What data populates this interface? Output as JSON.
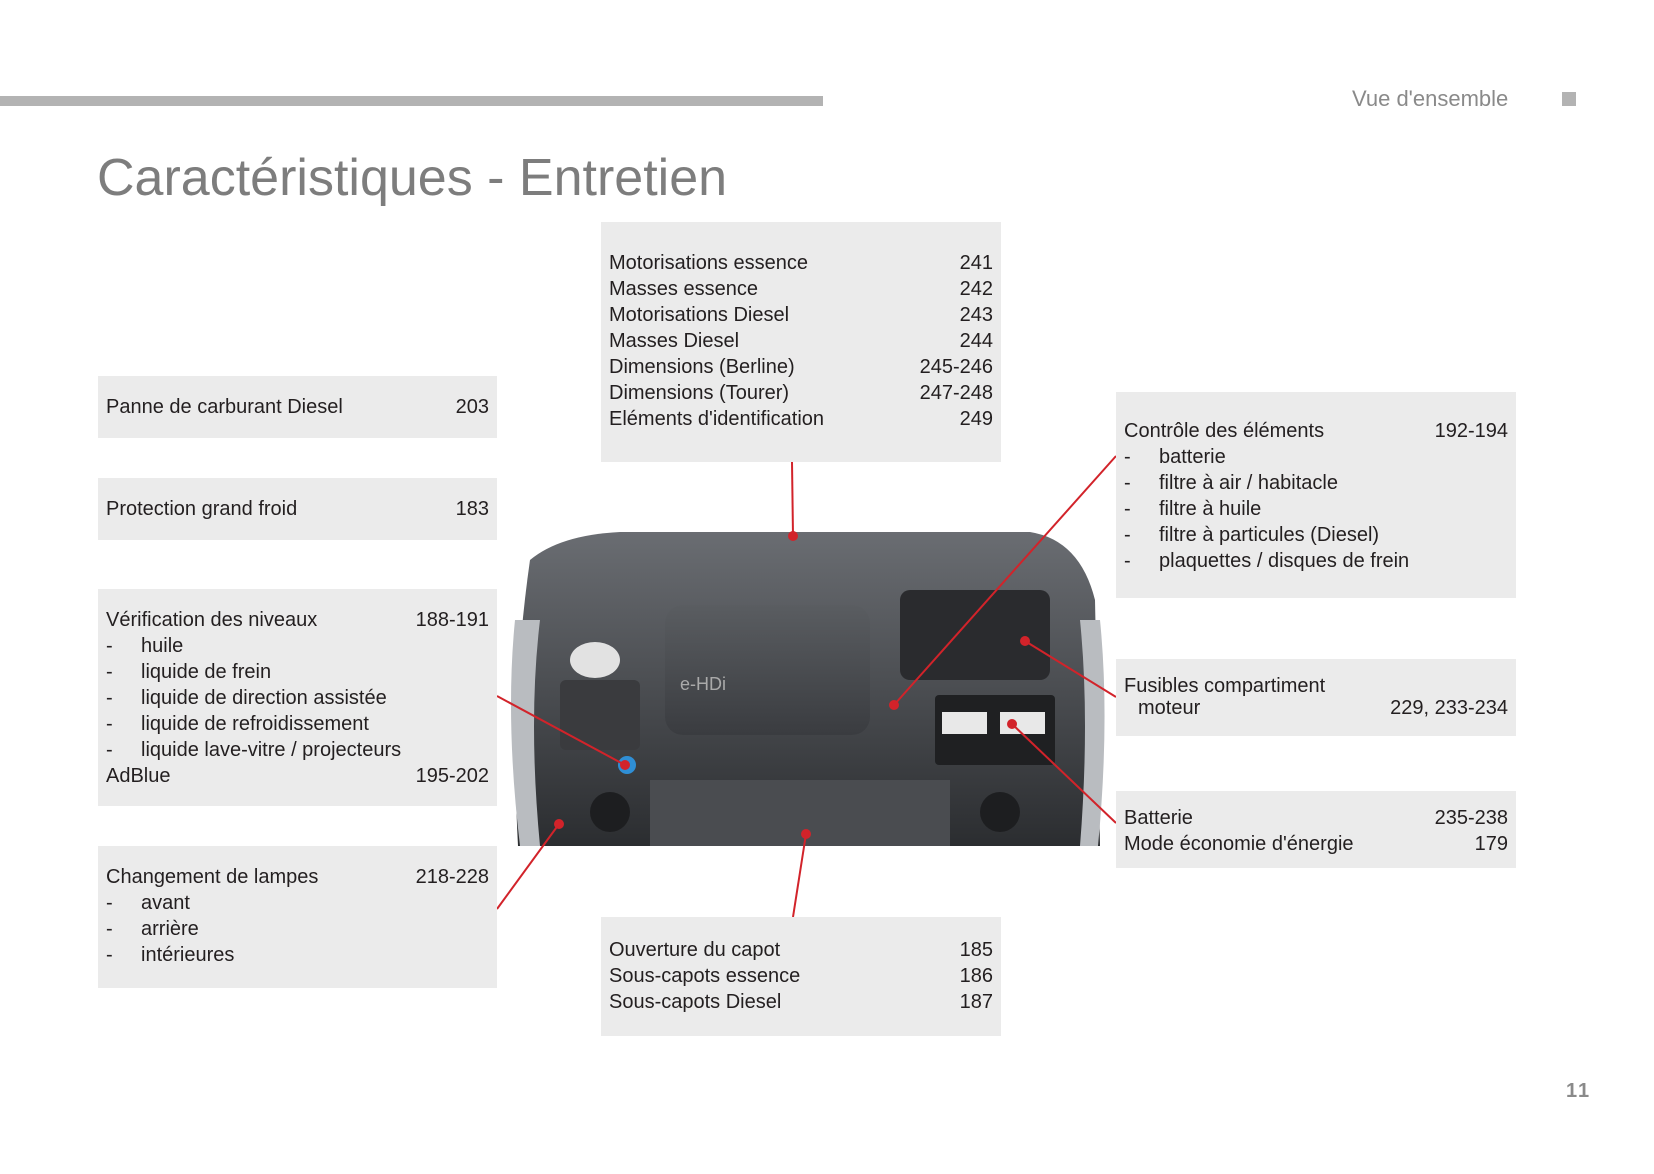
{
  "header": {
    "section": "Vue d'ensemble",
    "title": "Caractéristiques - Entretien",
    "page_number": "11"
  },
  "boxes": {
    "panne": {
      "rows": [
        {
          "label": "Panne de carburant Diesel",
          "page": "203"
        }
      ]
    },
    "froid": {
      "rows": [
        {
          "label": "Protection grand froid",
          "page": "183"
        }
      ]
    },
    "niveaux": {
      "title": "Vérification des niveaux",
      "page": "188-191",
      "items": [
        "huile",
        "liquide de frein",
        "liquide de direction assistée",
        "liquide de refroidissement",
        "liquide lave-vitre / projecteurs"
      ],
      "extra": {
        "label": "AdBlue",
        "page": "195-202"
      }
    },
    "lampes": {
      "title": "Changement de lampes",
      "page": "218-228",
      "items": [
        "avant",
        "arrière",
        "intérieures"
      ]
    },
    "moteur": {
      "rows": [
        {
          "label": "Motorisations essence",
          "page": "241"
        },
        {
          "label": "Masses essence",
          "page": "242"
        },
        {
          "label": "Motorisations Diesel",
          "page": "243"
        },
        {
          "label": "Masses Diesel",
          "page": "244"
        },
        {
          "label": "Dimensions (Berline)",
          "page": "245-246"
        },
        {
          "label": "Dimensions (Tourer)",
          "page": "247-248"
        },
        {
          "label": "Eléments d'identification",
          "page": "249"
        }
      ]
    },
    "capot": {
      "rows": [
        {
          "label": "Ouverture du capot",
          "page": "185"
        },
        {
          "label": "Sous-capots essence",
          "page": "186"
        },
        {
          "label": "Sous-capots Diesel",
          "page": "187"
        }
      ]
    },
    "controle": {
      "title": "Contrôle des éléments",
      "page": "192-194",
      "items": [
        "batterie",
        "filtre à air / habitacle",
        "filtre à huile",
        "filtre à particules (Diesel)",
        "plaquettes / disques de frein"
      ]
    },
    "fusibles": {
      "line1": "Fusibles compartiment",
      "line2": "moteur",
      "page": "229, 233-234"
    },
    "batterie": {
      "rows": [
        {
          "label": "Batterie",
          "page": "235-238"
        },
        {
          "label": "Mode économie d'énergie",
          "page": "179"
        }
      ]
    }
  },
  "engine_badge": "e-HDi",
  "colors": {
    "accent_line": "#d2232a",
    "box_bg": "#ebebeb",
    "title": "#7d7d7d"
  }
}
